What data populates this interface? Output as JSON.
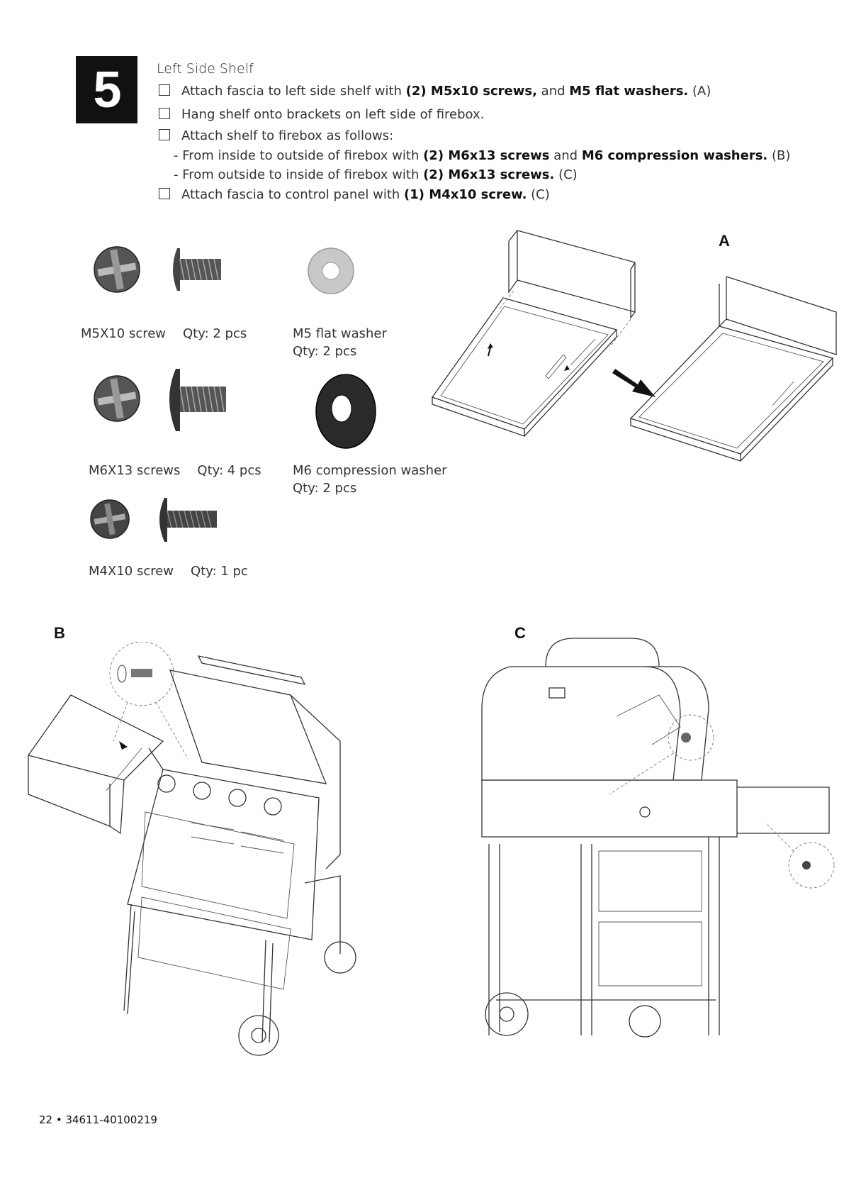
{
  "step": {
    "number": "5",
    "title": "Left Side Shelf"
  },
  "instructions": {
    "i1": {
      "pre": "Attach fascia to left side shelf with ",
      "b1": "(2) M5x10 screws,",
      "mid": " and ",
      "b2": "M5 flat washers.",
      "post": " (A)"
    },
    "i2": {
      "text": "Hang shelf onto brackets on left side of firebox."
    },
    "i3": {
      "text": "Attach shelf to firebox as follows:"
    },
    "s1": {
      "pre": "- From inside to outside of firebox with ",
      "b1": "(2) M6x13 screws",
      "mid": " and ",
      "b2": "M6 compression washers.",
      "post": " (B)"
    },
    "s2": {
      "pre": "- From outside to inside of firebox with ",
      "b1": "(2) M6x13 screws.",
      "post": " (C)"
    },
    "i4": {
      "pre": "Attach fascia to control panel with ",
      "b1": "(1) M4x10 screw.",
      "post": " (C)"
    }
  },
  "parts": {
    "m5_screw": {
      "name": "M5X10 screw",
      "qty": "Qty: 2 pcs"
    },
    "m5_washer": {
      "name": "M5 flat washer",
      "qty": "Qty: 2 pcs"
    },
    "m6_screw": {
      "name": "M6X13 screws",
      "qty": "Qty: 4 pcs"
    },
    "m6_washer": {
      "name": "M6 compression washer",
      "qty": "Qty: 2 pcs"
    },
    "m4_screw": {
      "name": "M4X10 screw",
      "qty": "Qty: 1 pc"
    }
  },
  "figures": {
    "a": "A",
    "b": "B",
    "c": "C"
  },
  "footer": "22 • 34611-40100219"
}
